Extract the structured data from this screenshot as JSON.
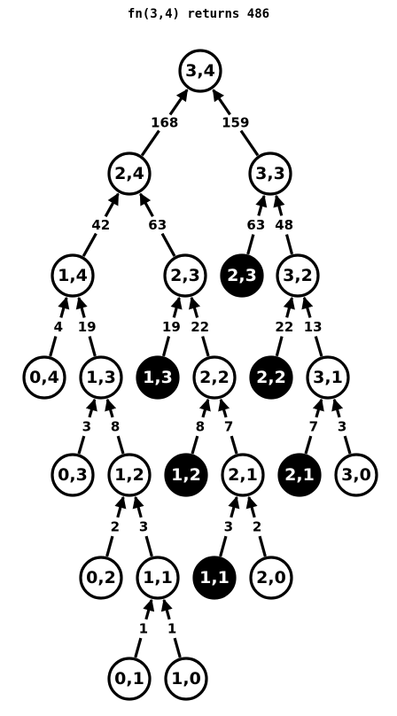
{
  "title": "fn(3,4) returns 486",
  "nodes": [
    {
      "id": "n34",
      "label": "3,4",
      "filled": false
    },
    {
      "id": "n24",
      "label": "2,4",
      "filled": false
    },
    {
      "id": "n33",
      "label": "3,3",
      "filled": false
    },
    {
      "id": "n14",
      "label": "1,4",
      "filled": false
    },
    {
      "id": "n23",
      "label": "2,3",
      "filled": false
    },
    {
      "id": "n23b",
      "label": "2,3",
      "filled": true
    },
    {
      "id": "n32",
      "label": "3,2",
      "filled": false
    },
    {
      "id": "n04",
      "label": "0,4",
      "filled": false
    },
    {
      "id": "n13",
      "label": "1,3",
      "filled": false
    },
    {
      "id": "n13b",
      "label": "1,3",
      "filled": true
    },
    {
      "id": "n22",
      "label": "2,2",
      "filled": false
    },
    {
      "id": "n22b",
      "label": "2,2",
      "filled": true
    },
    {
      "id": "n31",
      "label": "3,1",
      "filled": false
    },
    {
      "id": "n03",
      "label": "0,3",
      "filled": false
    },
    {
      "id": "n12",
      "label": "1,2",
      "filled": false
    },
    {
      "id": "n12b",
      "label": "1,2",
      "filled": true
    },
    {
      "id": "n21",
      "label": "2,1",
      "filled": false
    },
    {
      "id": "n21b",
      "label": "2,1",
      "filled": true
    },
    {
      "id": "n30",
      "label": "3,0",
      "filled": false
    },
    {
      "id": "n02",
      "label": "0,2",
      "filled": false
    },
    {
      "id": "n11",
      "label": "1,1",
      "filled": false
    },
    {
      "id": "n11b",
      "label": "1,1",
      "filled": true
    },
    {
      "id": "n20",
      "label": "2,0",
      "filled": false
    },
    {
      "id": "n01",
      "label": "0,1",
      "filled": false
    },
    {
      "id": "n10",
      "label": "1,0",
      "filled": false
    }
  ],
  "edges": [
    {
      "from": "n24",
      "to": "n34",
      "label": "168"
    },
    {
      "from": "n33",
      "to": "n34",
      "label": "159"
    },
    {
      "from": "n14",
      "to": "n24",
      "label": "42"
    },
    {
      "from": "n23",
      "to": "n24",
      "label": "63"
    },
    {
      "from": "n23b",
      "to": "n33",
      "label": "63"
    },
    {
      "from": "n32",
      "to": "n33",
      "label": "48"
    },
    {
      "from": "n04",
      "to": "n14",
      "label": "4"
    },
    {
      "from": "n13",
      "to": "n14",
      "label": "19"
    },
    {
      "from": "n13b",
      "to": "n23",
      "label": "19"
    },
    {
      "from": "n22",
      "to": "n23",
      "label": "22"
    },
    {
      "from": "n22b",
      "to": "n32",
      "label": "22"
    },
    {
      "from": "n31",
      "to": "n32",
      "label": "13"
    },
    {
      "from": "n03",
      "to": "n13",
      "label": "3"
    },
    {
      "from": "n12",
      "to": "n13",
      "label": "8"
    },
    {
      "from": "n12b",
      "to": "n22",
      "label": "8"
    },
    {
      "from": "n21",
      "to": "n22",
      "label": "7"
    },
    {
      "from": "n21b",
      "to": "n31",
      "label": "7"
    },
    {
      "from": "n30",
      "to": "n31",
      "label": "3"
    },
    {
      "from": "n02",
      "to": "n12",
      "label": "2"
    },
    {
      "from": "n11",
      "to": "n12",
      "label": "3"
    },
    {
      "from": "n11b",
      "to": "n21",
      "label": "3"
    },
    {
      "from": "n20",
      "to": "n21",
      "label": "2"
    },
    {
      "from": "n01",
      "to": "n11",
      "label": "1"
    },
    {
      "from": "n10",
      "to": "n11",
      "label": "1"
    }
  ]
}
